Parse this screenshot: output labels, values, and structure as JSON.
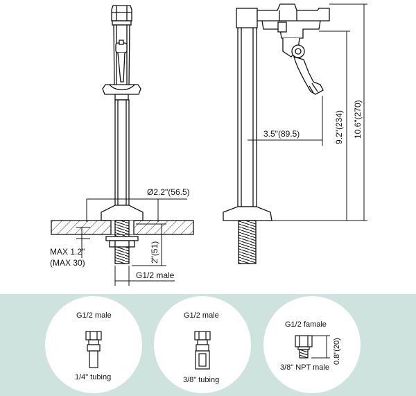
{
  "colors": {
    "panel_bg": "#cfe3de",
    "line": "#111111",
    "hatch": "#333333"
  },
  "dimensions": {
    "stem_diameter": "Ø2.2\"(56.5)",
    "max_thickness_line1": "MAX 1.2\"",
    "max_thickness_line2": "(MAX 30)",
    "shank_length": "2\"(51)",
    "thread_base": "G1/2 male",
    "reach": "3.5\"(89.5)",
    "spout_height": "9.2\"(234)",
    "total_height": "10.6\"(270)"
  },
  "connectors": [
    {
      "top": "G1/2 male",
      "bottom": "1/4\" tubing"
    },
    {
      "top": "G1/2 male",
      "bottom": "3/8\" tubing"
    },
    {
      "top": "G1/2 famale",
      "side": "0.8\"(20)",
      "bottom": "3/8\"  NPT male"
    }
  ]
}
